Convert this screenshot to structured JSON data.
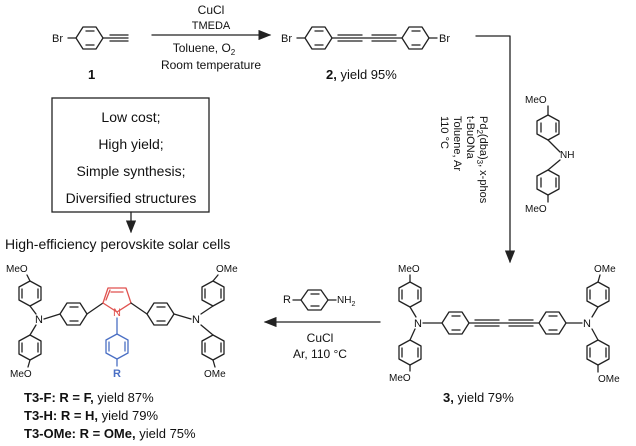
{
  "reaction1": {
    "reagents": [
      "CuCl",
      "TMEDA"
    ],
    "conditions": [
      "Toluene, O",
      "Room temperature"
    ],
    "o2_subscript": "2"
  },
  "compound1": {
    "label": "1",
    "br": "Br"
  },
  "compound2": {
    "label": "2,",
    "yield": " yield 95%",
    "br_left": "Br",
    "br_right": "Br"
  },
  "reaction2": {
    "conditions_vertical": [
      "Pd",
      "(dba)",
      ", x-phos",
      "t-BuONa",
      "Toluene, Ar",
      "110 °C"
    ],
    "subscript_2": "2",
    "subscript_3": "3",
    "amine": {
      "ome_top": "MeO",
      "ome_bottom": "MeO",
      "nh": "NH"
    }
  },
  "compound3": {
    "label": "3,",
    "yield": " yield 79%",
    "ome": [
      "MeO",
      "OMe",
      "MeO",
      "OMe"
    ],
    "n": "N"
  },
  "reaction3": {
    "reagent_r": "R",
    "reagent_nh2": "NH",
    "nh2_subscript": "2",
    "conditions": [
      "CuCl",
      "Ar, 110 °C"
    ]
  },
  "advantages": [
    "Low cost;",
    "High yield;",
    "Simple synthesis;",
    "Diversified structures"
  ],
  "application": "High-efficiency perovskite solar cells",
  "products": {
    "ome": [
      "MeO",
      "OMe",
      "MeO",
      "OMe"
    ],
    "n": "N",
    "r": "R",
    "list": [
      {
        "name": "T3-F:",
        "r": " R = F,",
        "yield": " yield 87%"
      },
      {
        "name": "T3-H:",
        "r": " R = H,",
        "yield": " yield 79%"
      },
      {
        "name": "T3-OMe:",
        "r": " R = OMe,",
        "yield": " yield 75%"
      }
    ]
  }
}
